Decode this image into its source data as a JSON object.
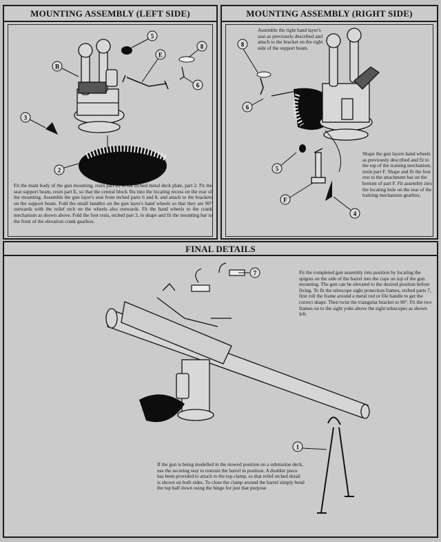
{
  "sections": {
    "left": {
      "title": "MOUNTING ASSEMBLY (LEFT SIDE)",
      "instructions": "Fit the main body of the gun mounting, resin part B, to the etched metal deck plate, part 2. Fit the seat support beam, resin part E, so that the central block fits into the locating recess on the rear of the mounting. Assemble the gun layer's seat from etched parts 6 and 8, and attach to the brackets on the support beam. Fold the small handles on the gun layer's hand wheels so that they are 90° outwards with the relief etch on the wheels also outwards. Fit the hand wheels to the crank mechanism as shown above. Fold the foot rests, etched part 3, to shape and fit the mounting bar to the front of the elevation crank gearbox.",
      "labels": [
        "5",
        "8",
        "E",
        "B",
        "6",
        "3",
        "2"
      ]
    },
    "right": {
      "title": "MOUNTING ASSEMBLY (RIGHT SIDE)",
      "note_top": "Assemble the right hand layer's seat as previously described and attach to the bracket on the right side of the support beam.",
      "instructions": "Shape the gun layers hand wheels as previously described and fit to the top of the training mechanism, resin part F. Shape and fit the foot rest to the attachment bar on the bottom of part F. Fit assembly into the locating hole on the rear of the training mechanism gearbox.",
      "labels": [
        "8",
        "6",
        "5",
        "F",
        "4"
      ]
    },
    "final": {
      "title": "FINAL DETAILS",
      "instructions_top": "Fit the completed gun assembly into position by locating the spigots on the side of the barrel into the cups on top of the gun mounting. The gun can be elevated to the desired position before fixing. To fit the telescope sight protection frames, etched parts 7, first roll the frame around a metal rod or file handle to get the correct shape. Then twist the triangular bracket to 90°. Fit the two frames on to the sight yoke above the sight telescopes as shown left.",
      "instructions_bottom": "If the gun is being modelled in the stowed position on a submarine deck, use the securing stay to restrain the barrel in position. A doubler piece has been provided to attach to the top clamp, so that relief etched detail is shown on both sides. To close the clamp around the barrel simply bend the top half down using the hinge for just that purpose.",
      "labels": [
        "7",
        "1"
      ]
    }
  }
}
